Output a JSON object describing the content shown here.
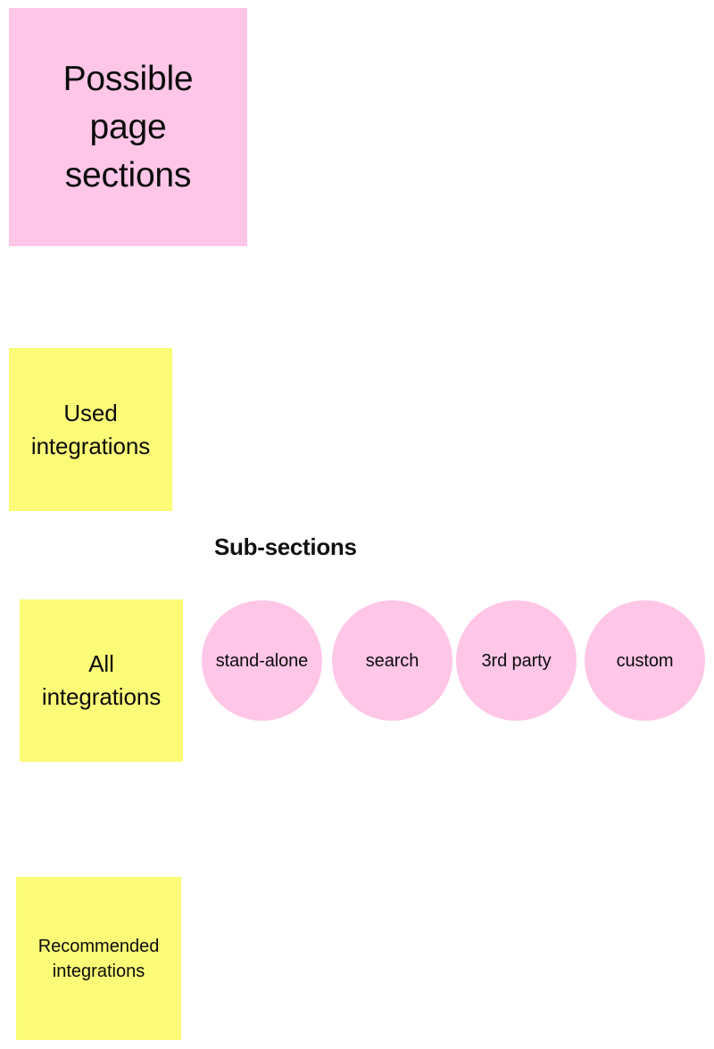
{
  "board": {
    "background_color": "#ffffff",
    "colors": {
      "note_pink": "#ffc6e8",
      "note_yellow": "#fbfb78",
      "circle_pink": "#ffc6e8",
      "text": "#0b0b0b"
    }
  },
  "notes": [
    {
      "id": "possible-page-sections",
      "text": "Possible\npage\nsections",
      "color": "#ffc6e8"
    },
    {
      "id": "used-integrations",
      "text": "Used\nintegrations",
      "color": "#fbfb78"
    },
    {
      "id": "all-integrations",
      "text": "All\nintegrations",
      "color": "#fbfb78"
    },
    {
      "id": "recommended-integrations",
      "text": "Recommended\nintegrations",
      "color": "#fbfb78"
    }
  ],
  "headings": {
    "subsections": "Sub-sections"
  },
  "subsection_circles": [
    {
      "id": "stand-alone",
      "label": "stand-alone"
    },
    {
      "id": "search",
      "label": "search"
    },
    {
      "id": "third-party",
      "label": "3rd party"
    },
    {
      "id": "custom",
      "label": "custom"
    }
  ]
}
